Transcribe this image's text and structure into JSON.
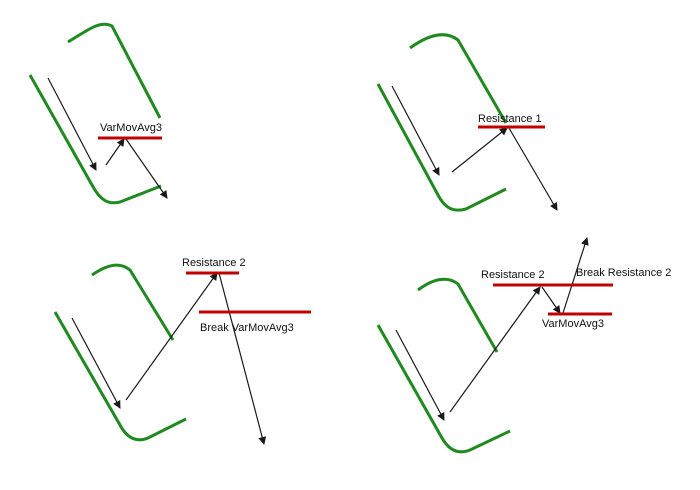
{
  "colors": {
    "channel": "#1f8a1f",
    "level": "#c00000",
    "arrow": "#1a1a1a",
    "text": "#111111"
  },
  "panels": {
    "top_left": {
      "label_varmov": "VarMovAvg3"
    },
    "top_right": {
      "label_res1": "Resistance 1"
    },
    "bottom_left": {
      "label_res2": "Resistance 2",
      "label_break_varmov": "Break VarMovAvg3"
    },
    "bottom_right": {
      "label_res2": "Resistance 2",
      "label_break_res2": "Break Resistance 2",
      "label_varmov": "VarMovAvg3"
    }
  }
}
